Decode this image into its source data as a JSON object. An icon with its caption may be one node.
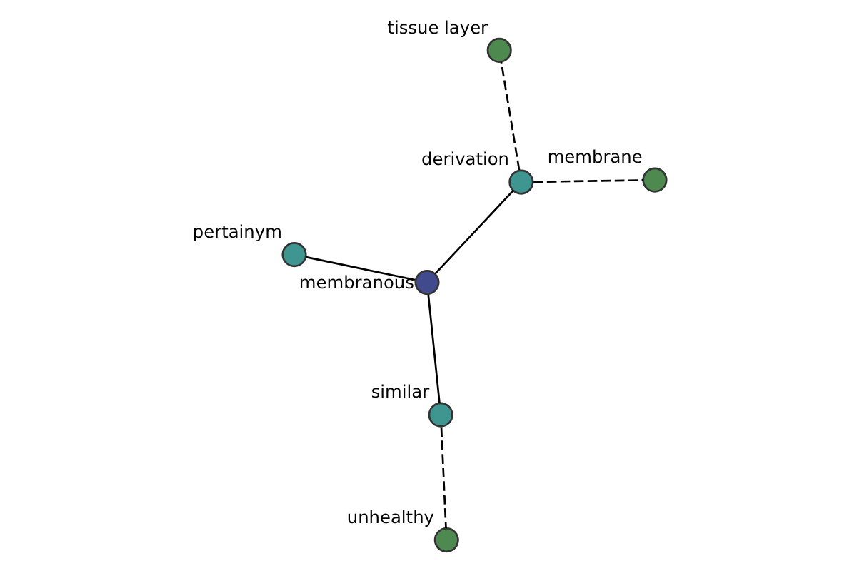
{
  "diagram": {
    "nodes": [
      {
        "text": [
          "tissue layer"
        ]
      },
      {
        "text": [
          "membrane"
        ]
      },
      {
        "text": [
          "derivation"
        ]
      },
      {
        "text": [
          "pertainym"
        ]
      },
      {
        "text": [
          "membranous"
        ]
      },
      {
        "text": [
          "similar"
        ]
      },
      {
        "text": [
          "unhealthy"
        ]
      }
    ],
    "edges": [
      {
        "from": 2,
        "to": 0,
        "arrow": "none",
        "style": "dashed"
      },
      {
        "from": 2,
        "to": 1,
        "arrow": "none",
        "style": "dashed"
      },
      {
        "from": 4,
        "to": 2,
        "arrow": "none"
      },
      {
        "from": 4,
        "to": 3,
        "arrow": "none"
      },
      {
        "from": 4,
        "to": 5,
        "arrow": "none"
      },
      {
        "from": 5,
        "to": 6,
        "arrow": "none",
        "style": "dashed"
      }
    ]
  }
}
